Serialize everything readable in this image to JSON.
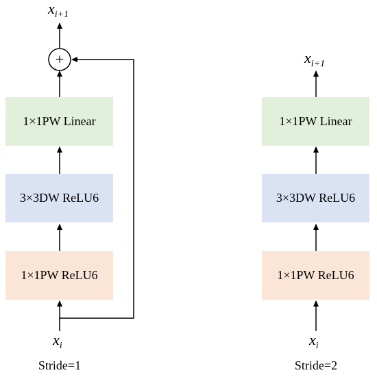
{
  "left_branch": {
    "input_var": "x",
    "input_sub": "i",
    "output_var": "x",
    "output_sub": "i+1",
    "blocks": [
      "1×1PW Linear",
      "3×3DW ReLU6",
      "1×1PW ReLU6"
    ],
    "add_symbol": "+",
    "caption": "Stride=1"
  },
  "right_branch": {
    "input_var": "x",
    "input_sub": "i",
    "output_var": "x",
    "output_sub": "i+1",
    "blocks": [
      "1×1PW Linear",
      "3×3DW ReLU6",
      "1×1PW ReLU6"
    ],
    "caption": "Stride=2"
  }
}
